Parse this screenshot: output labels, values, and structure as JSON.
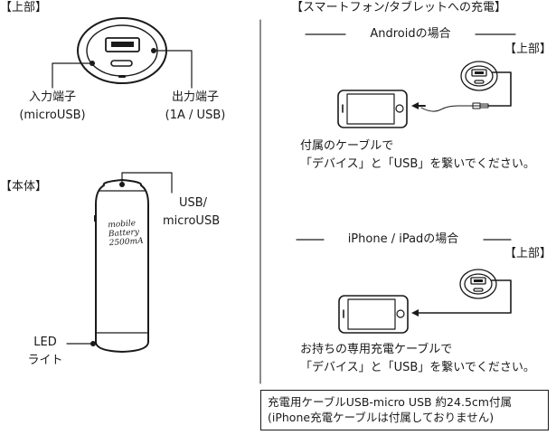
{
  "left": {
    "top_heading": "【上部】",
    "input_port": {
      "name": "入力端子",
      "type": "(microUSB)"
    },
    "output_port": {
      "name": "出力端子",
      "spec": "(1A / USB)"
    },
    "body_heading": "【本体】",
    "body_port_label": {
      "line1": "USB/",
      "line2": "microUSB"
    },
    "battery_print": {
      "line1": "mobile",
      "line2": "Battery",
      "line3": "2500mA"
    },
    "led_label": {
      "line1": "LED",
      "line2": "ライト"
    }
  },
  "right": {
    "heading": "【スマートフォン/タブレットへの充電】",
    "android": {
      "title": "Androidの場合",
      "top_label": "【上部】",
      "instruction_line1": "付属のケーブルで",
      "instruction_line2": "「デバイス」と「USB」を繋いでください。"
    },
    "iphone": {
      "title": "iPhone / iPadの場合",
      "top_label": "【上部】",
      "instruction_line1": "お持ちの専用充電ケーブルで",
      "instruction_line2": "「デバイス」と「USB」を繋いでください。"
    },
    "note": {
      "line1": "充電用ケーブルUSB-micro USB 約24.5cm付属",
      "line2": "(iPhone充電ケーブルは付属しておりません)"
    }
  }
}
